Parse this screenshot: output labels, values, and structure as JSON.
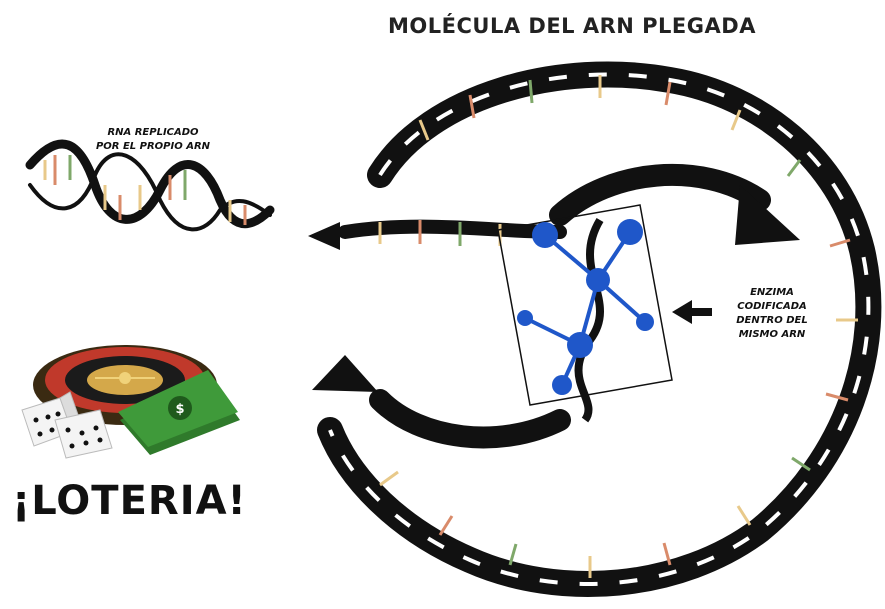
{
  "title": "MOLÉCULA DEL ARN PLEGADA",
  "rna_caption": [
    "RNA REPLICADO",
    "POR EL PROPIO ARN"
  ],
  "enzyme_caption": [
    "ENZIMA",
    "CODIFICADA",
    "DENTRO DEL",
    "MISMO ARN"
  ],
  "lottery_text": "¡LOTERIA!",
  "money_symbol": "$",
  "colors": {
    "strand": "#111111",
    "rung_a": "#e8c98a",
    "rung_b": "#d98b6a",
    "rung_c": "#7fa86a",
    "enzyme": "#1f57c9",
    "money": "#3f9a3a",
    "roulette": "#c0392b"
  },
  "icons": [
    "dice-icon",
    "roulette-icon",
    "money-icon",
    "arrow-icon"
  ]
}
